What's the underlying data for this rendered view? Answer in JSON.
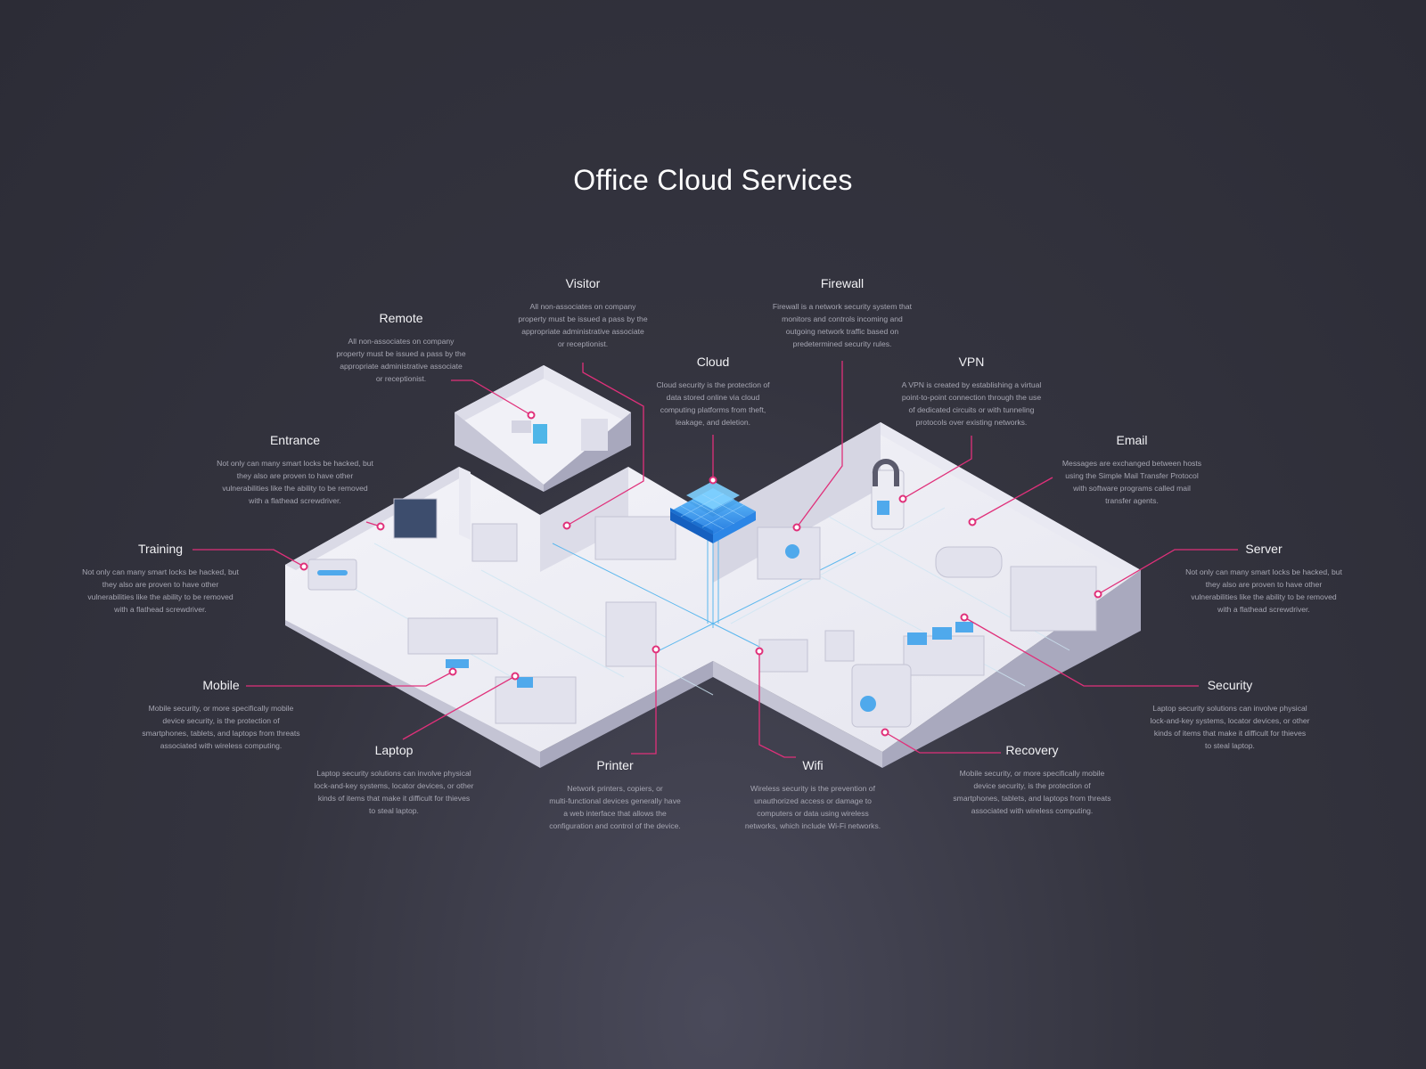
{
  "title": "Office Cloud Services",
  "accent_color": "#e0307a",
  "labels": {
    "visitor": {
      "title": "Visitor",
      "lines": [
        "All non-associates on company",
        "property must be issued a pass by the",
        "appropriate administrative associate",
        "or receptionist."
      ]
    },
    "firewall": {
      "title": "Firewall",
      "lines": [
        "Firewall is a network security system that",
        "monitors and controls incoming and",
        "outgoing network traffic based on",
        "predetermined security rules."
      ]
    },
    "remote": {
      "title": "Remote",
      "lines": [
        "All non-associates on company",
        "property must be issued a pass by the",
        "appropriate administrative associate",
        "or receptionist."
      ]
    },
    "cloud": {
      "title": "Cloud",
      "lines": [
        "Cloud security is the protection of",
        "data stored online via cloud",
        "computing platforms from theft,",
        "leakage, and deletion."
      ]
    },
    "vpn": {
      "title": "VPN",
      "lines": [
        "A VPN is created by establishing a virtual",
        "point-to-point connection through the use",
        "of dedicated circuits or with tunneling",
        "protocols over existing networks."
      ]
    },
    "entrance": {
      "title": "Entrance",
      "lines": [
        "Not only can many smart locks be hacked, but",
        "they also are proven to have other",
        "vulnerabilities like the ability to be removed",
        "with a flathead screwdriver."
      ]
    },
    "email": {
      "title": "Email",
      "lines": [
        "Messages are exchanged between hosts",
        "using the Simple Mail Transfer Protocol",
        "with software programs called mail",
        "transfer agents."
      ]
    },
    "training": {
      "title": "Training",
      "lines": [
        "Not only can many smart locks be hacked, but",
        "they also are proven to have other",
        "vulnerabilities like the ability to be removed",
        "with a flathead screwdriver."
      ]
    },
    "server": {
      "title": "Server",
      "lines": [
        "Not only can many smart locks be hacked, but",
        "they also are proven to have other",
        "vulnerabilities like the ability to be removed",
        "with a flathead screwdriver."
      ]
    },
    "mobile": {
      "title": "Mobile",
      "lines": [
        "Mobile security, or more specifically mobile",
        "device security, is the protection of",
        "smartphones, tablets, and laptops from threats",
        "associated with wireless computing."
      ]
    },
    "security": {
      "title": "Security",
      "lines": [
        "Laptop security solutions can involve physical",
        "lock-and-key systems, locator devices, or other",
        "kinds of items that make it difficult for thieves",
        "to steal laptop."
      ]
    },
    "laptop": {
      "title": "Laptop",
      "lines": [
        "Laptop security solutions can involve physical",
        "lock-and-key systems, locator devices, or other",
        "kinds of items that make it difficult for thieves",
        "to steal laptop."
      ]
    },
    "printer": {
      "title": "Printer",
      "lines": [
        "Network printers, copiers, or",
        "multi-functional devices generally have",
        "a web interface that allows the",
        "configuration and control of the device."
      ]
    },
    "wifi": {
      "title": "Wifi",
      "lines": [
        "Wireless security is the prevention of",
        "unauthorized access or damage to",
        "computers or data using wireless",
        "networks, which include Wi-Fi networks."
      ]
    },
    "recovery": {
      "title": "Recovery",
      "lines": [
        "Mobile security, or more specifically mobile",
        "device security, is the protection of",
        "smartphones, tablets, and laptops from threats",
        "associated with wireless computing."
      ]
    }
  }
}
